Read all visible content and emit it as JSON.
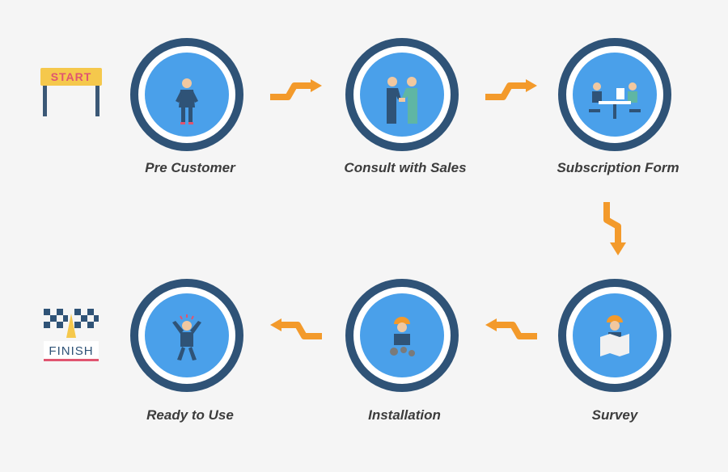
{
  "start_banner": {
    "label": "START"
  },
  "finish_banner": {
    "label": "FINISH"
  },
  "steps": [
    {
      "label": "Pre Customer"
    },
    {
      "label": "Consult with Sales"
    },
    {
      "label": "Subscription Form"
    },
    {
      "label": "Survey"
    },
    {
      "label": "Installation"
    },
    {
      "label": "Ready to Use"
    }
  ],
  "colors": {
    "circle_border": "#2f5377",
    "circle_fill": "#4aa0ea",
    "arrow": "#f39a2b",
    "label_text": "#3c3c3c",
    "banner_yellow": "#f5c84c"
  },
  "icons": {
    "step_1": "standing-businessman-icon",
    "step_2": "handshake-icon",
    "step_3": "meeting-table-icon",
    "step_4": "surveyor-with-map-icon",
    "step_5": "engineer-with-gears-icon",
    "step_6": "jumping-happy-person-icon"
  }
}
